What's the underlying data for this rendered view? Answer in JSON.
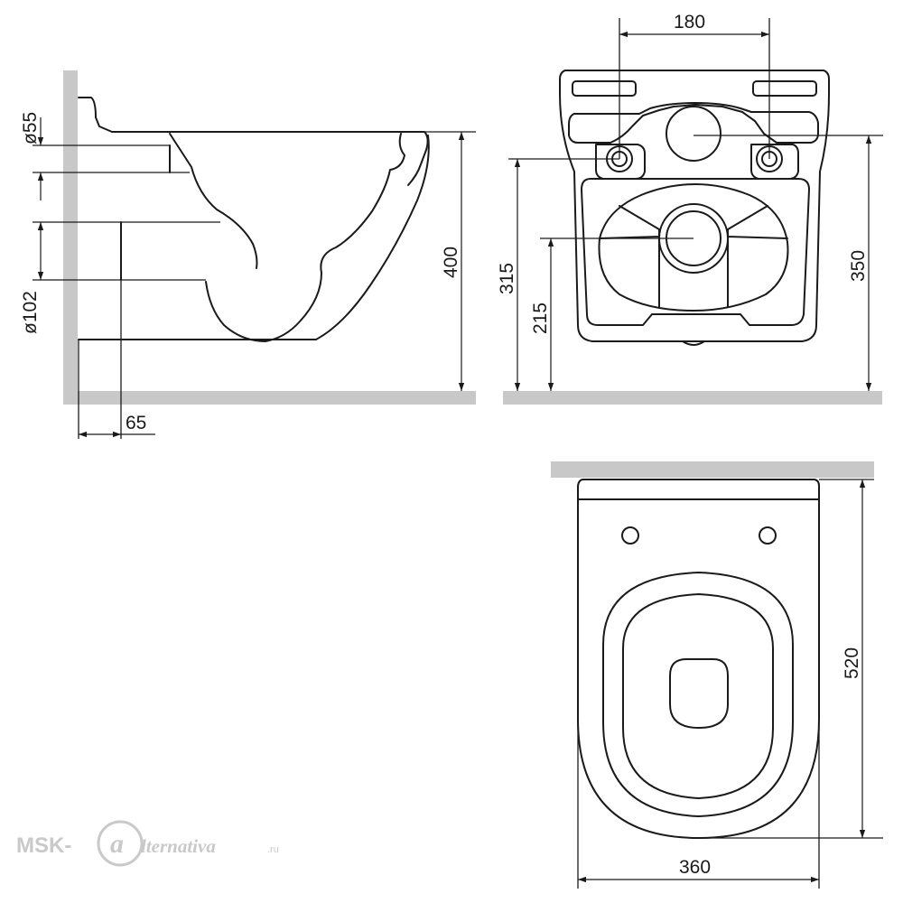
{
  "dimensions": {
    "flush_pipe_diameter": "ø55",
    "waste_pipe_diameter": "ø102",
    "wall_offset": "65",
    "height_side": "400",
    "bolt_spacing": "180",
    "bolt_height": "315",
    "outlet_height": "215",
    "inlet_height": "350",
    "length": "520",
    "width": "360"
  },
  "watermark": {
    "brand_left": "MSK-",
    "brand_logo": "a",
    "brand_right": "lternativa",
    "brand_tld": ".ru"
  }
}
